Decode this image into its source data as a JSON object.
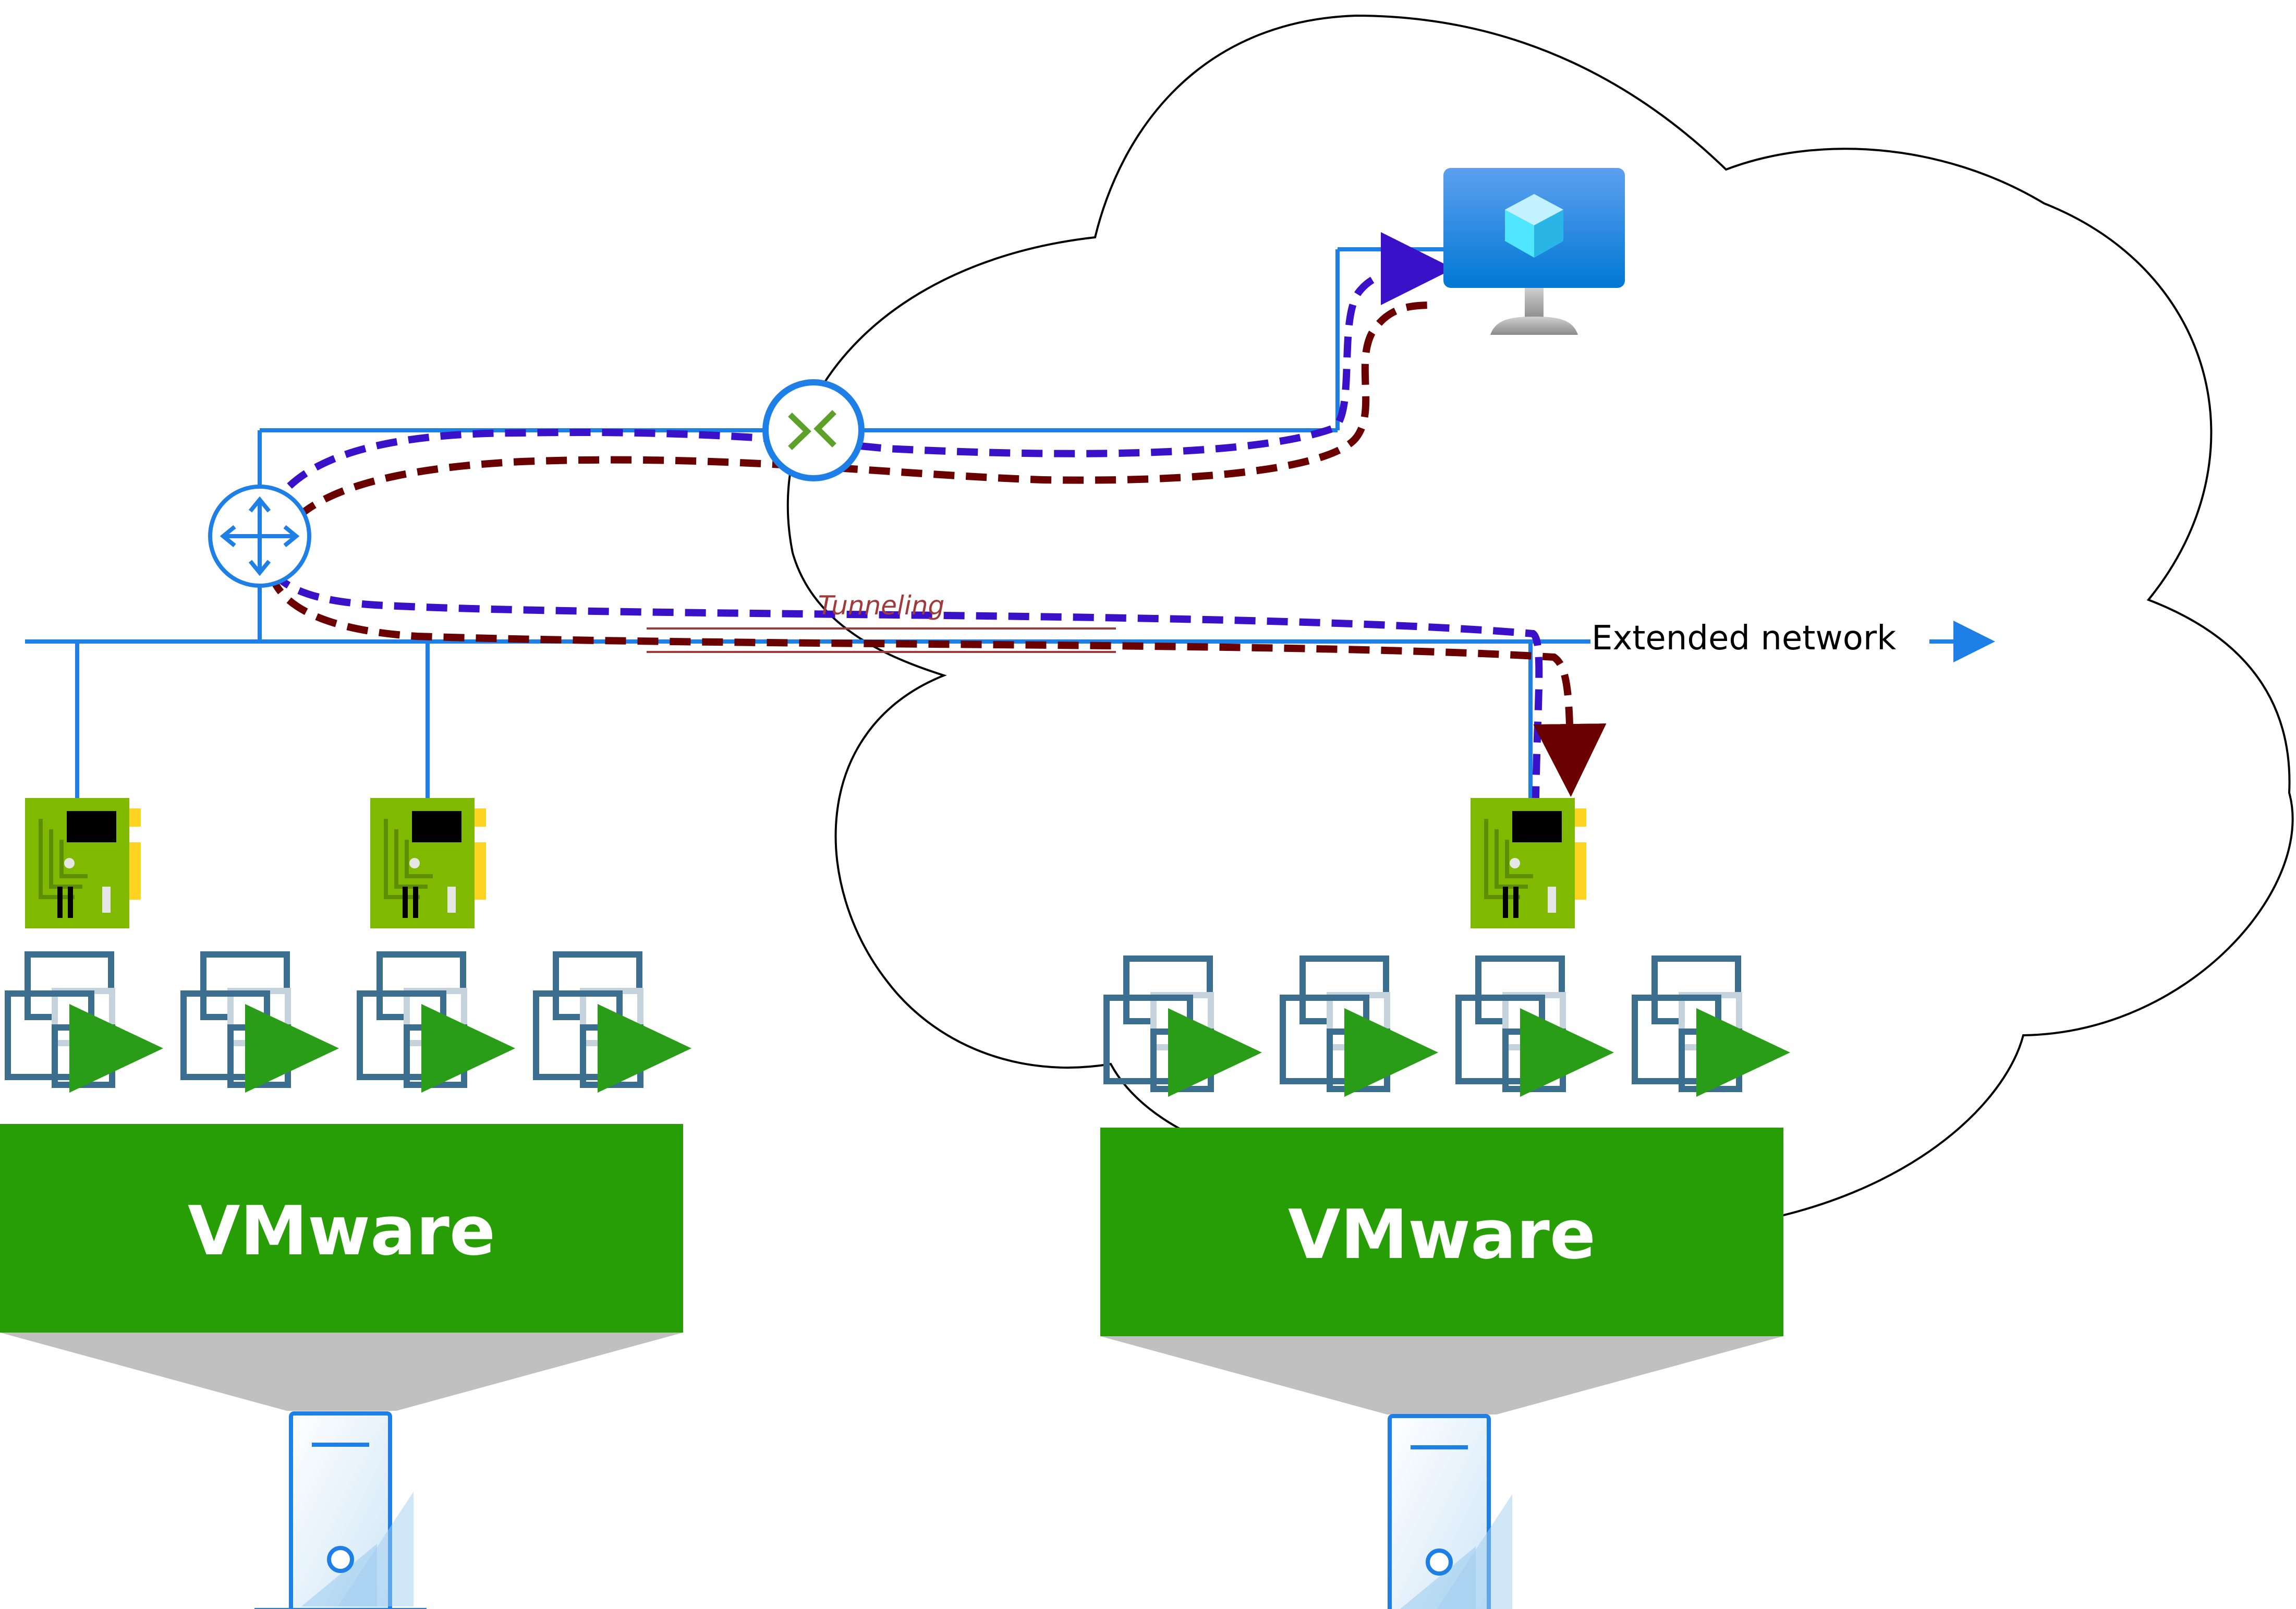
{
  "labels": {
    "extended_network": "Extended network",
    "tunneling": "Tunneling",
    "vmware_onprem": "VMware",
    "vmware_cloud": "VMware"
  },
  "icons": {
    "router": "router-icon",
    "vpn_gateway": "vpn-gateway-icon",
    "azure_vm": "virtual-machine-icon",
    "nic": "network-interface-card-icon",
    "vm_instance": "vm-instance-icon",
    "server": "physical-server-icon"
  },
  "colors": {
    "network_line": "#1e7fe6",
    "path_blue": "#3a10c8",
    "path_red": "#6b0000",
    "vmware_green": "#279d06",
    "nic_green": "#7fb900",
    "vm_frame": "#3b6e8f",
    "play_green": "#2a9d18",
    "tunnel_text": "#a13a3a",
    "cloud_outline": "#000000"
  }
}
